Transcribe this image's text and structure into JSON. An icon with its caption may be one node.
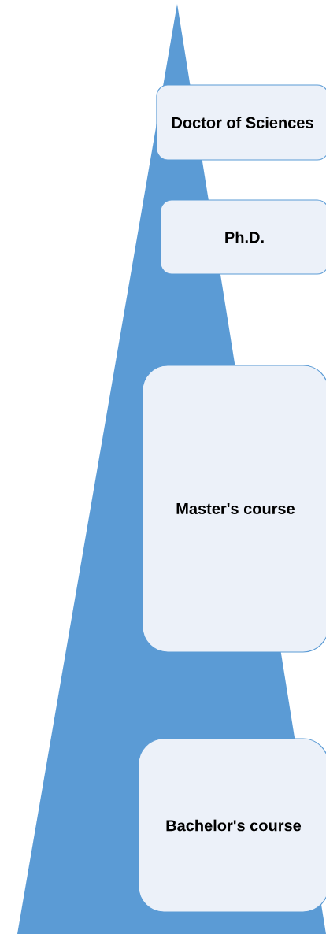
{
  "diagram": {
    "nodes": [
      {
        "text": [
          "Doctor of Sciences"
        ]
      },
      {
        "text": [
          "Ph.D."
        ]
      },
      {
        "text": [
          "Master's course"
        ]
      },
      {
        "text": [
          "Bachelor's course"
        ]
      }
    ]
  }
}
